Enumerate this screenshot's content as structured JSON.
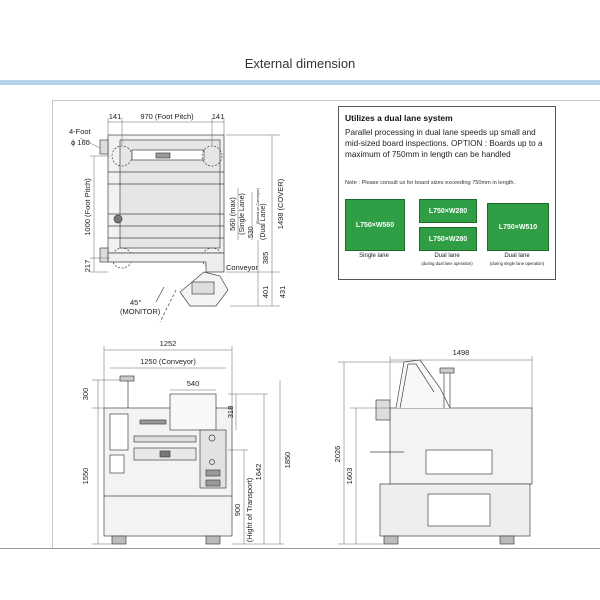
{
  "page": {
    "title": "External dimension"
  },
  "top_view": {
    "foot_label_1": "4-Foot",
    "foot_label_2": "ϕ 160",
    "dim_141_left": "141",
    "dim_foot_pitch_h": "970 (Foot Pitch)",
    "dim_141_right": "141",
    "dim_foot_pitch_v": "1000 (Foot Pitch)",
    "dim_217": "217",
    "dim_560": "560 (max)",
    "dim_single_lane": "(Single Lane)",
    "dim_530": "530",
    "dim_530_note": "(Based on Conveyor)",
    "dim_dual_lane": "(Dual Lane)",
    "dim_1498": "1498 (COVER)",
    "dim_385": "385",
    "dim_401": "401",
    "dim_431": "431",
    "conveyor_label": "Conveyor",
    "angle": "45°",
    "monitor": "(MONITOR)"
  },
  "info_box": {
    "heading": "Utilizes a dual lane system",
    "description": "Parallel processing in dual lane speeds up small and mid-sized board inspections. OPTION : Boards up to a maximum of 750mm in length can be handled",
    "note": "Note : Please consult us for board sizes exceeding 750mm in length.",
    "single_board": "L750×W560",
    "dual_board_top": "L750×W280",
    "dual_board_bottom": "L750×W280",
    "dual_single_board": "L750×W510",
    "single_caption": "Single lane",
    "dual_caption": "Dual lane",
    "dual_caption_sub": "(during dual lane operation)",
    "dual_single_caption": "Dual lane",
    "dual_single_caption_sub": "(during single lane operation)"
  },
  "front_view": {
    "dim_1252": "1252",
    "dim_conveyor": "1250 (Conveyor)",
    "dim_540": "540",
    "dim_300": "300",
    "dim_318": "318",
    "dim_1550": "1550",
    "dim_900": "900",
    "dim_transport": "(Hight of Transport)",
    "dim_1642": "1642",
    "dim_1850": "1850"
  },
  "side_view": {
    "dim_1498": "1498",
    "dim_2026": "2026",
    "dim_1603": "1603"
  },
  "colors": {
    "lane_green": "#2f9e45",
    "accent_rule": "#b5d2ec",
    "line": "#444444"
  }
}
